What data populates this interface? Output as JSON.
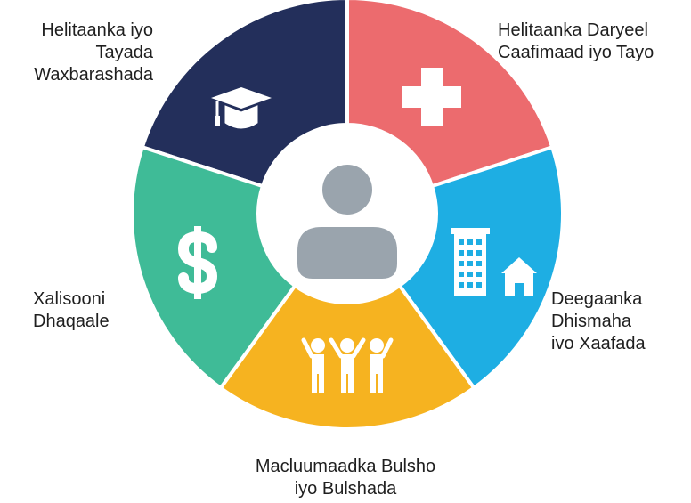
{
  "colors": {
    "education": "#232f5b",
    "health": "#ec6b6e",
    "housing": "#1eaee3",
    "community": "#f6b320",
    "economic": "#3fbb97",
    "center_circle": "#ffffff",
    "person": "#9aa4ad",
    "icon": "#ffffff"
  },
  "segments": [
    {
      "key": "education",
      "icon": "graduation-cap-icon",
      "label_lines": [
        "Helitaanka iyo",
        "Tayada",
        "Waxbarashada"
      ]
    },
    {
      "key": "health",
      "icon": "medical-cross-icon",
      "label_lines": [
        "Helitaanka Daryeel",
        "Caafimaad iyo Tayo"
      ]
    },
    {
      "key": "housing",
      "icon": "building-house-icon",
      "label_lines": [
        "Deegaanka",
        "Dhismaha",
        "ivo Xaafada"
      ]
    },
    {
      "key": "community",
      "icon": "people-group-icon",
      "label_lines": [
        "Macluumaadka Bulsho",
        "iyo Bulshada"
      ]
    },
    {
      "key": "economic",
      "icon": "dollar-sign-icon",
      "label_lines": [
        "Xalisooni",
        "Dhaqaale"
      ]
    }
  ],
  "center": {
    "icon": "person-icon"
  }
}
